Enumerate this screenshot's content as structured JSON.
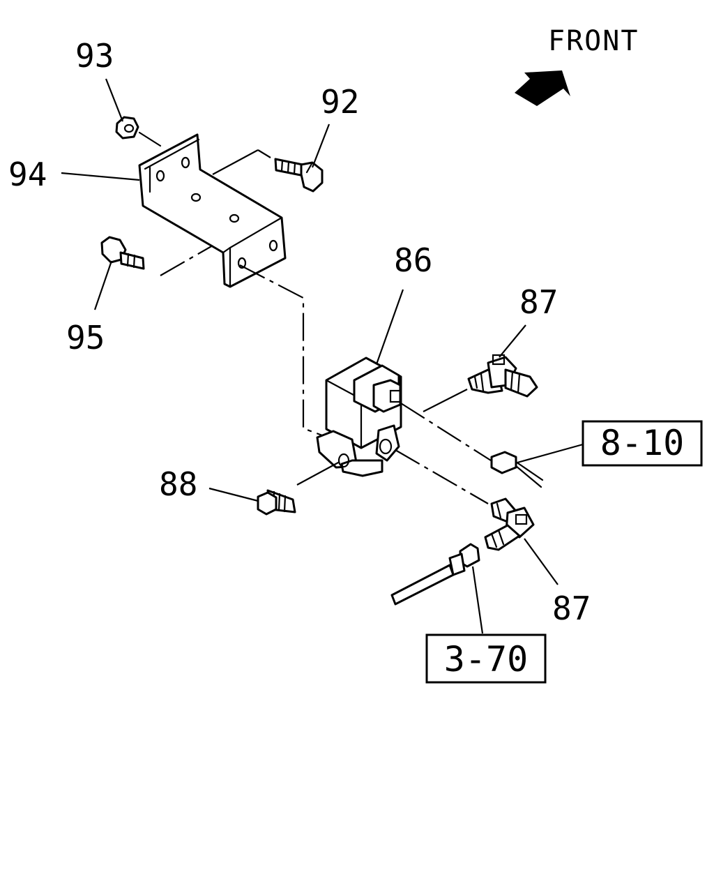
{
  "direction": {
    "label": "FRONT"
  },
  "callouts": {
    "p93": "93",
    "p92": "92",
    "p94": "94",
    "p95": "95",
    "p86": "86",
    "p87_upper": "87",
    "p87_lower": "87",
    "p88": "88"
  },
  "references": {
    "r8_10": "8-10",
    "r3_70": "3-70"
  },
  "colors": {
    "ink": "#000000",
    "paper": "#ffffff"
  }
}
